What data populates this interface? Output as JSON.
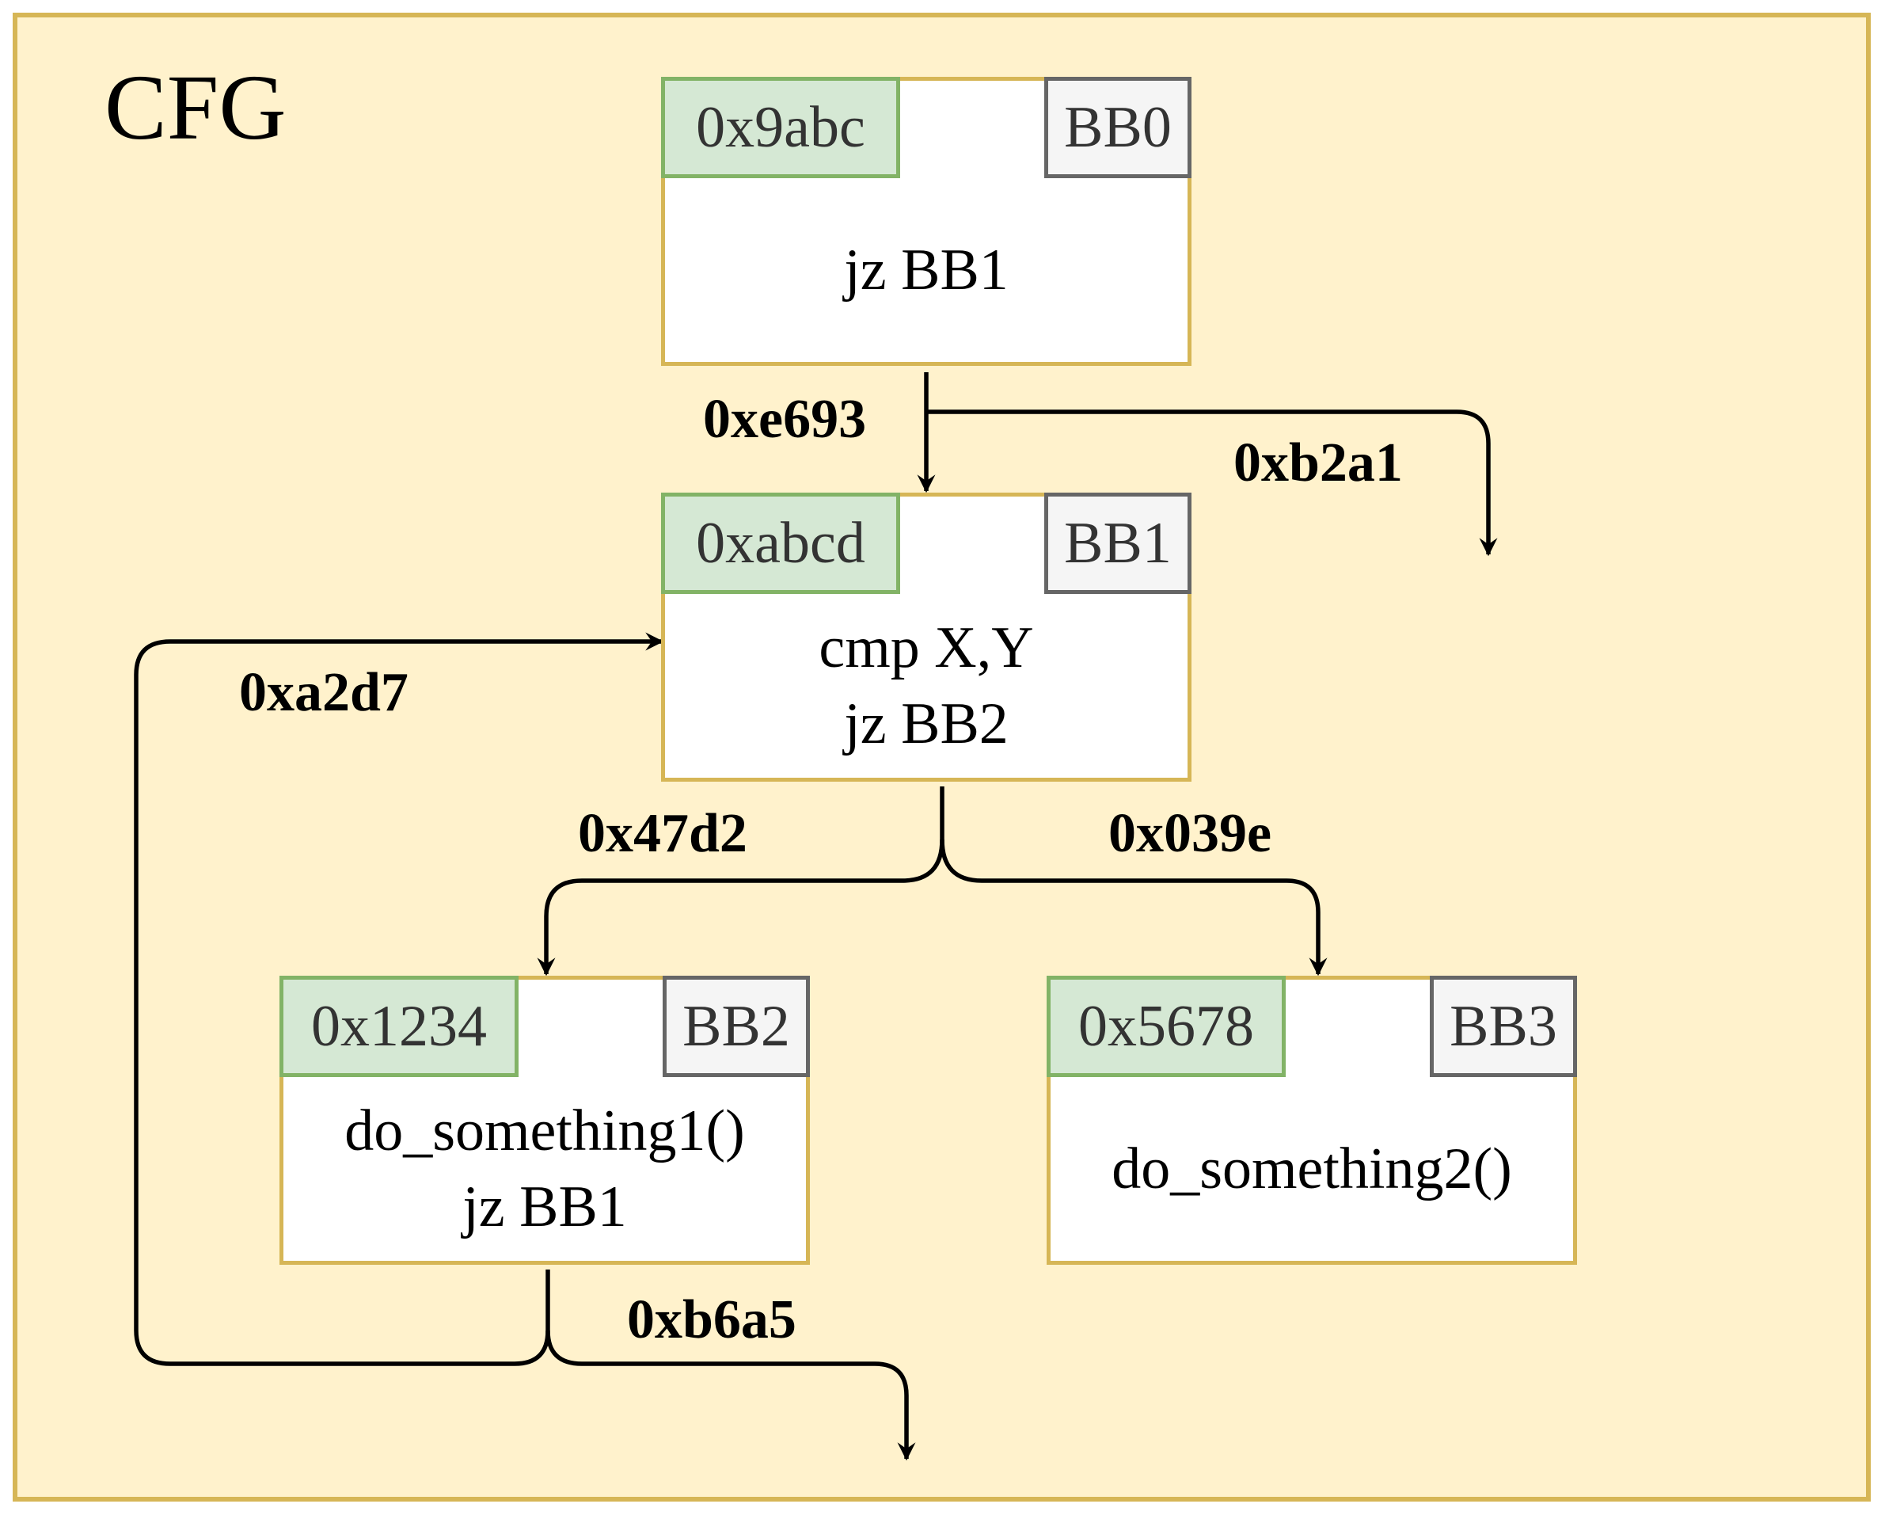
{
  "title": "CFG",
  "blocks": [
    {
      "address": "0x9abc",
      "id": "BB0",
      "code": [
        "jz BB1"
      ]
    },
    {
      "address": "0xabcd",
      "id": "BB1",
      "code": [
        "cmp X,Y",
        "jz BB2"
      ]
    },
    {
      "address": "0x1234",
      "id": "BB2",
      "code": [
        "do_something1()",
        "jz BB1"
      ]
    },
    {
      "address": "0x5678",
      "id": "BB3",
      "code": [
        "do_something2()"
      ]
    }
  ],
  "edges": [
    {
      "label": "0xe693",
      "from": "BB0",
      "to": "BB1"
    },
    {
      "label": "0xb2a1",
      "from": "BB0",
      "to": ""
    },
    {
      "label": "0xa2d7",
      "from": "BB2",
      "to": "BB1"
    },
    {
      "label": "0x47d2",
      "from": "BB1",
      "to": "BB2"
    },
    {
      "label": "0x039e",
      "from": "BB1",
      "to": "BB3"
    },
    {
      "label": "0xb6a5",
      "from": "BB2",
      "to": ""
    }
  ],
  "colors": {
    "frame_fill": "#fff2cc",
    "frame_stroke": "#d6b656",
    "address_fill": "#d5e8d4",
    "address_stroke": "#82b366",
    "id_fill": "#f5f5f5",
    "id_stroke": "#666666"
  }
}
